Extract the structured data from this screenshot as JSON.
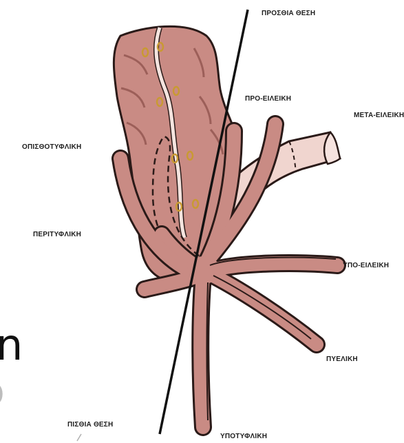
{
  "labels": {
    "anterior_position": "ΠΡΟΣΘΙΑ ΘΕΣΗ",
    "pre_ileal": "ΠΡΟ-ΕΙΛΕΙΚΗ",
    "post_ileal": "ΜΕΤΑ-ΕΙΛΕΙΚΗ",
    "retrocecal": "ΟΠΙΣΘΟΤΥΦΛΙΚΗ",
    "pericecal": "ΠΕΡΙΤΥΦΛΙΚΗ",
    "sub_ileal": "ΥΠΟ-ΕΙΛΕΙΚΗ",
    "pelvic": "ΠΥΕΛΙΚΗ",
    "posterior_position": "ΠΙΣΘΙΑ ΘΕΣΗ",
    "subcecal": "ΥΠΟΤΥΦΛΙΚΗ"
  },
  "edge_fragments": {
    "letter_1": "n",
    "letter_2": "ɔ"
  },
  "colors": {
    "tissue": "#c98b84",
    "tissue_dark": "#9c5f59",
    "outline": "#2a1a18",
    "ileum": "#f0d5cf",
    "taenia": "#f4e4df",
    "node": "#c99a32",
    "axis_line": "#111111"
  }
}
